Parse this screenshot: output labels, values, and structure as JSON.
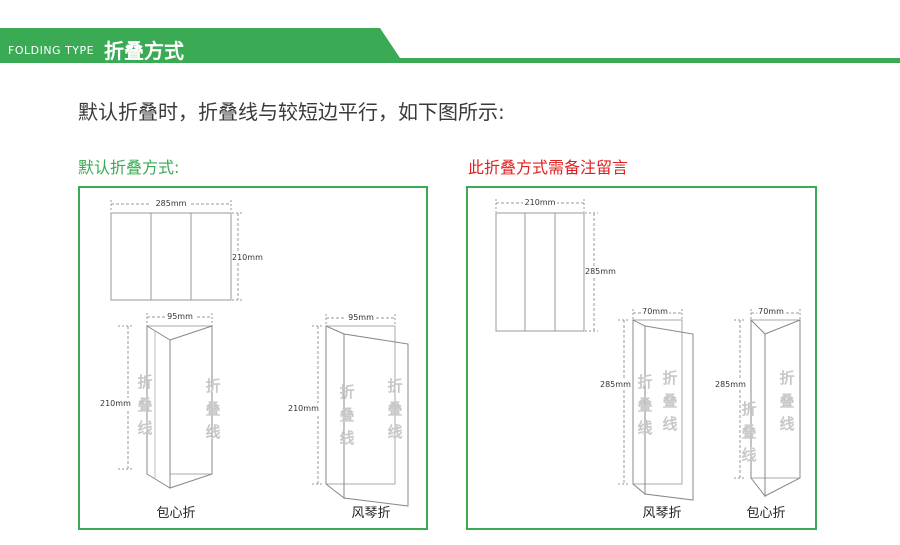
{
  "header": {
    "en_label": "FOLDING TYPE",
    "zh_title": "折叠方式",
    "accent_color": "#3aaa55"
  },
  "intro_text": "默认折叠时，折叠线与较短边平行，如下图所示:",
  "left": {
    "subtitle": "默认折叠方式:",
    "sheet": {
      "width_label": "285mm",
      "height_label": "210mm"
    },
    "wrap_fold": {
      "width_label": "95mm",
      "height_label": "210mm",
      "caption": "包心折",
      "fold_line_chars": [
        "折",
        "叠",
        "线"
      ]
    },
    "accordion_fold": {
      "width_label": "95mm",
      "height_label": "210mm",
      "caption": "风琴折",
      "fold_line_chars": [
        "折",
        "叠",
        "线"
      ]
    }
  },
  "right": {
    "subtitle": "此折叠方式需备注留言",
    "subtitle_color": "#e02020",
    "sheet": {
      "width_label": "210mm",
      "height_label": "285mm"
    },
    "accordion_fold": {
      "width_label": "70mm",
      "height_label": "285mm",
      "caption": "风琴折",
      "fold_line_chars": [
        "折",
        "叠",
        "线"
      ]
    },
    "wrap_fold": {
      "width_label": "70mm",
      "height_label": "285mm",
      "caption": "包心折",
      "fold_line_chars": [
        "折",
        "叠",
        "线"
      ]
    }
  }
}
